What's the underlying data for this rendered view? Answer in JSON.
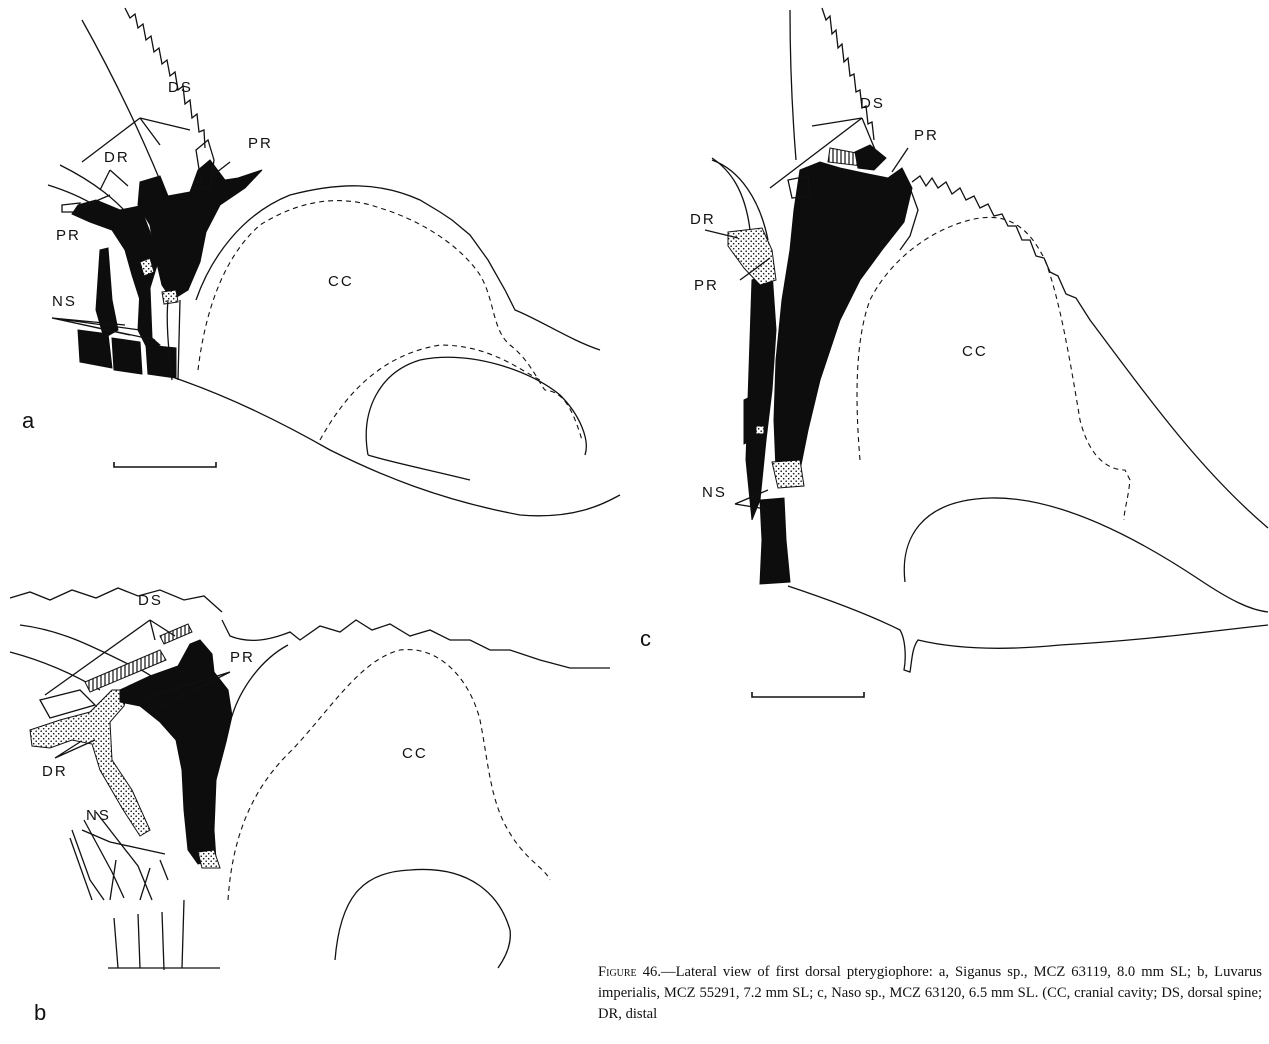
{
  "panels": [
    {
      "letter": "a",
      "labels": {
        "ds": "DS",
        "dr": "DR",
        "pr_right": "PR",
        "pr_left": "PR",
        "ns": "NS",
        "cc": "CC"
      }
    },
    {
      "letter": "b",
      "labels": {
        "ds": "DS",
        "pr": "PR",
        "dr": "DR",
        "ns": "NS",
        "cc": "CC"
      }
    },
    {
      "letter": "c",
      "labels": {
        "ds": "DS",
        "pr_right": "PR",
        "dr": "DR",
        "pr_left": "PR",
        "ns": "NS",
        "cc": "CC"
      }
    }
  ],
  "caption": {
    "figure_label": "Figure 46.",
    "text": "—Lateral view of first dorsal pterygiophore: a, Siganus sp., MCZ 63119, 8.0 mm SL; b, Luvarus imperialis, MCZ 55291, 7.2 mm SL; c, Naso sp., MCZ 63120, 6.5 mm SL. (CC, cranial cavity; DS, dorsal spine; DR, distal"
  }
}
